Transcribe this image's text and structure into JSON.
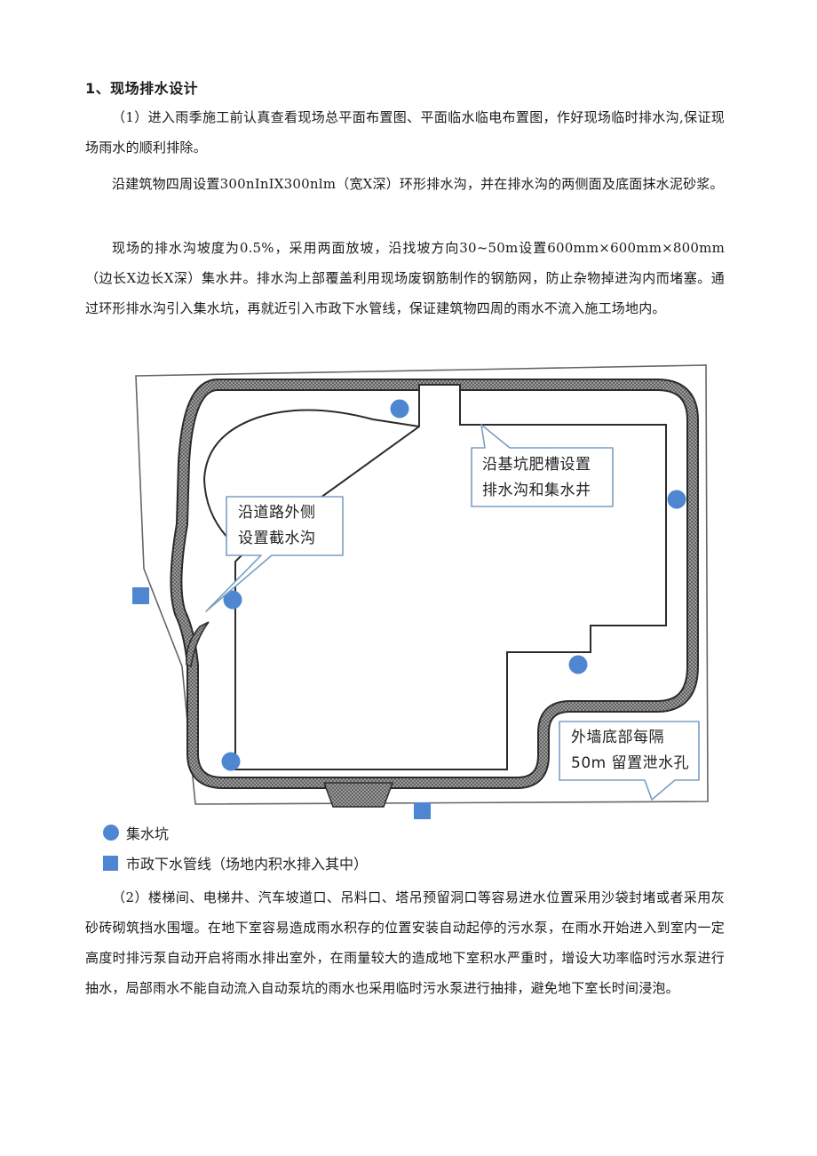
{
  "heading": "1、现场排水设计",
  "paragraphs": {
    "p1": "（1）进入雨季施工前认真查看现场总平面布置图、平面临水临电布置图，作好现场临时排水沟,保证现场雨水的顺利排除。",
    "p2": "沿建筑物四周设置300nInIX300nlm（宽X深）环形排水沟，并在排水沟的两侧面及底面抹水泥砂浆。",
    "p3": "现场的排水沟坡度为0.5%，采用两面放坡，沿找坡方向30~50m设置600mm×600mm×800mm（边长X边长X深）集水井。排水沟上部覆盖利用现场废钢筋制作的钢筋网，防止杂物掉进沟内而堵塞。通过环形排水沟引入集水坑，再就近引入市政下水管线，保证建筑物四周的雨水不流入施工场地内。",
    "p4": "（2）楼梯间、电梯井、汽车坡道口、吊料口、塔吊预留洞口等容易进水位置采用沙袋封堵或者采用灰砂砖砌筑挡水围堰。在地下室容易造成雨水积存的位置安装自动起停的污水泵，在雨水开始进入到室内一定高度时排污泵自动开启将雨水排出室外，在雨量较大的造成地下室积水严重时，增设大功率临时污水泵进行抽水，局部雨水不能自动流入自动泵坑的雨水也采用临时污水泵进行抽排，避免地下室长时间浸泡。"
  },
  "figure": {
    "callouts": {
      "left": [
        "沿道路外侧",
        "设置截水沟"
      ],
      "right": [
        "沿基坑肥槽设置",
        "排水沟和集水井"
      ],
      "bottom": [
        "外墙底部每隔",
        "50m 留置泄水孔"
      ]
    },
    "legend": {
      "pit": "集水坑",
      "pipe": "市政下水管线（场地内积水排入其中）"
    }
  },
  "colors": {
    "accent_blue": "#4f86d1",
    "callout_border": "#7a9ec2",
    "site_outline": "#666666",
    "ditch_fill": "#8a8a8a",
    "ditch_edge": "#2b2b2b"
  }
}
